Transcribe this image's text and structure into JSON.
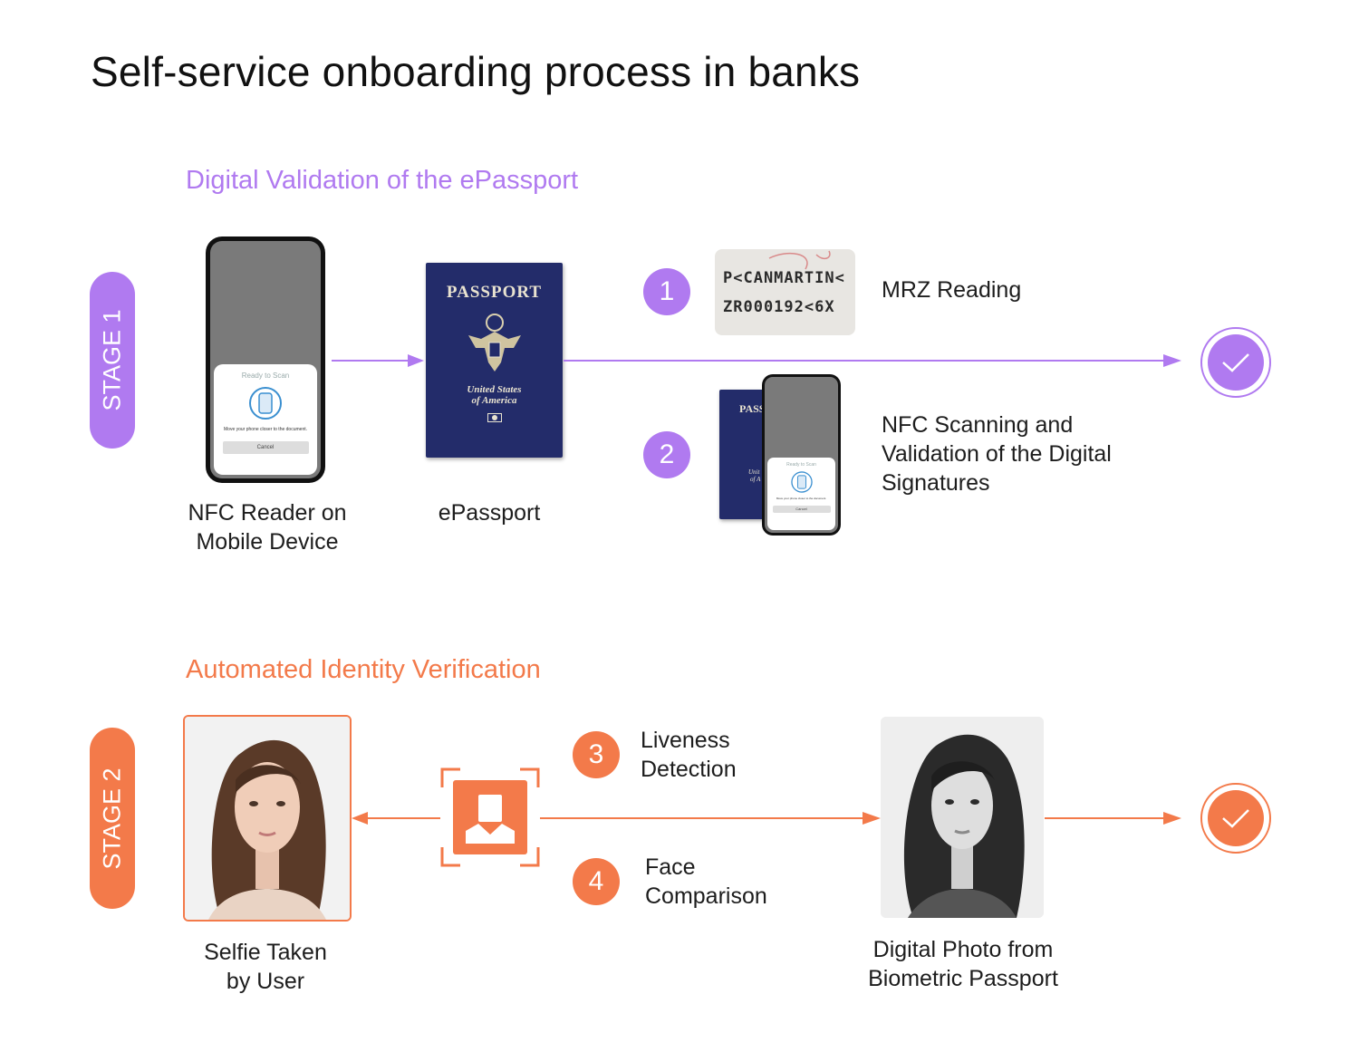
{
  "title": "Self-service onboarding process in banks",
  "colors": {
    "purple": "#b07af0",
    "orange": "#f37a4a"
  },
  "stage1": {
    "pill": "STAGE 1",
    "section_title": "Digital Validation of the ePassport",
    "nfc_reader": {
      "caption_line1": "NFC Reader on",
      "caption_line2": "Mobile Device",
      "scan_title": "Ready to Scan",
      "scan_message": "Move your phone closer to the document.",
      "cancel_label": "Cancel"
    },
    "passport": {
      "caption": "ePassport",
      "cover_title": "PASSPORT",
      "cover_line1": "United States",
      "cover_line2": "of America"
    },
    "step1": {
      "number": "1",
      "mrz_line1": "P<CANMARTIN<",
      "mrz_line2": "ZR000192<6X",
      "label": "MRZ Reading"
    },
    "step2": {
      "number": "2",
      "label_line1": "NFC Scanning and",
      "label_line2": "Validation of the Digital",
      "label_line3": "Signatures",
      "passport_partial": "PASS",
      "partial_line1": "Unit",
      "partial_line2": "of A"
    },
    "result_icon": "check-icon"
  },
  "stage2": {
    "pill": "STAGE 2",
    "section_title": "Automated Identity Verification",
    "selfie": {
      "caption_line1": "Selfie Taken",
      "caption_line2": "by User"
    },
    "face_scan_icon": "face-scan-icon",
    "step3": {
      "number": "3",
      "label_line1": "Liveness",
      "label_line2": "Detection"
    },
    "step4": {
      "number": "4",
      "label_line1": "Face",
      "label_line2": "Comparison"
    },
    "passport_photo": {
      "caption_line1": "Digital Photo from",
      "caption_line2": "Biometric Passport"
    },
    "result_icon": "check-icon"
  }
}
